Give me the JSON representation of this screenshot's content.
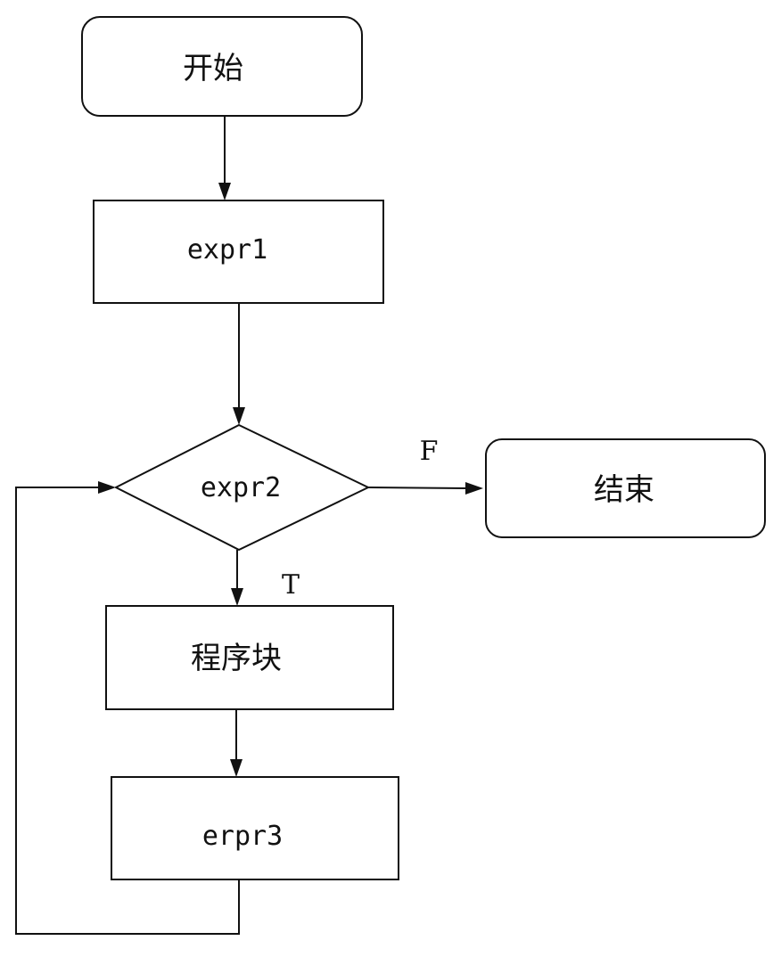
{
  "nodes": {
    "start": {
      "label": "开始"
    },
    "init": {
      "label": "expr1"
    },
    "condition": {
      "label": "expr2"
    },
    "end": {
      "label": "结束"
    },
    "body": {
      "label": "程序块"
    },
    "update": {
      "label": "erpr3"
    }
  },
  "edges": {
    "false_label": "F",
    "true_label": "T"
  }
}
